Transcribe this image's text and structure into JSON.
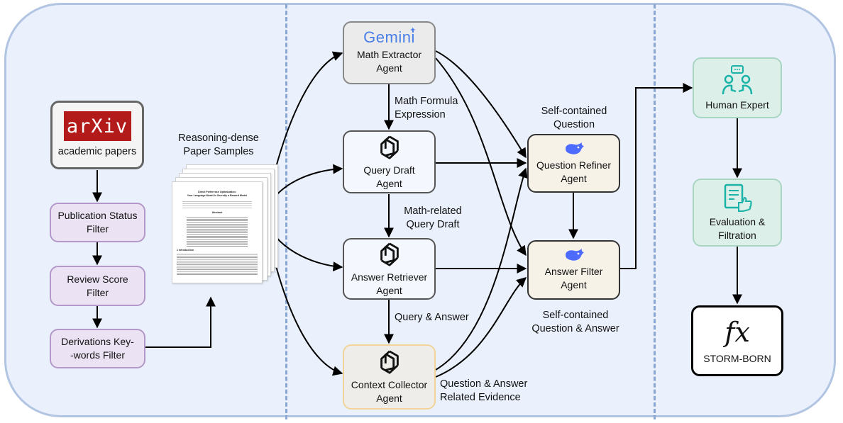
{
  "left": {
    "arxiv_logo_text": "arXiv",
    "arxiv_caption": "academic papers",
    "filters": [
      "Publication Status Filter",
      "Review Score Filter",
      "Derivations Key-words Filter"
    ],
    "filter_lines": [
      [
        "Publication Status",
        "Filter"
      ],
      [
        "Review Score",
        "Filter"
      ],
      [
        "Derivations Key-",
        "-words Filter"
      ]
    ],
    "paper_samples_label": [
      "Reasoning-dense",
      "Paper Samples"
    ],
    "paper_preview": {
      "title": "Direct Preference Optimization:",
      "subtitle": "Your Language Model is Secretly a Reward Model",
      "section": "Abstract",
      "intro": "1 Introduction"
    }
  },
  "middle": {
    "gemini_logo_text": "Gemini",
    "agents": {
      "math_extractor": [
        "Math Extractor",
        "Agent"
      ],
      "query_draft": [
        "Query Draft",
        "Agent"
      ],
      "answer_retriever": [
        "Answer Retriever",
        "Agent"
      ],
      "context_collector": [
        "Context Collector",
        "Agent"
      ]
    },
    "edge_labels": {
      "math_formula": [
        "Math Formula",
        "Expression"
      ],
      "math_query": [
        "Math-related",
        "Query Draft"
      ],
      "query_answer": "Query & Answer",
      "related_evidence": [
        "Question & Answer",
        "Related Evidence"
      ]
    }
  },
  "refiners": {
    "question_refiner": [
      "Question Refiner",
      "Agent"
    ],
    "answer_filter": [
      "Answer Filter",
      "Agent"
    ],
    "self_contained_q": [
      "Self-contained",
      "Question"
    ],
    "self_contained_qa": [
      "Self-contained",
      "Question & Answer"
    ]
  },
  "right": {
    "human_expert": "Human Expert",
    "evaluation": [
      "Evaluation &",
      "Filtration"
    ],
    "storm_symbol": "fx",
    "storm_label": "STORM-BORN"
  },
  "colors": {
    "frame_fill": "#eaf1fc",
    "frame_border": "#b1c4e2",
    "filter_fill": "#ebe3f3",
    "filter_border": "#b398c9",
    "arxiv_red": "#b31b1b",
    "deepseek_blue": "#4d6bfe",
    "human_teal": "#1bb3a8"
  }
}
